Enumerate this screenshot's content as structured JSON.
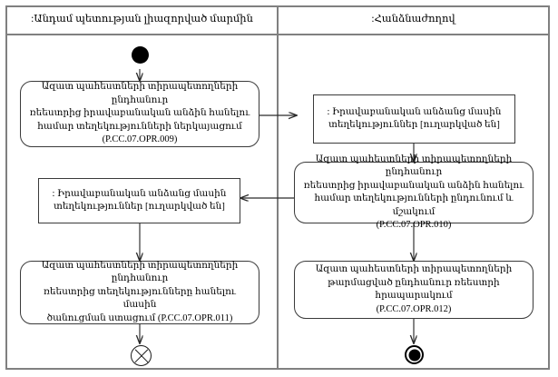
{
  "diagram": {
    "type": "uml-activity-diagram",
    "lanes": [
      {
        "id": "lane-member-state",
        "title": ":Անդամ պետության լիազորված մարմին"
      },
      {
        "id": "lane-commission",
        "title": ":Հանձնաժողով"
      }
    ],
    "nodes": {
      "initial": {
        "kind": "initial-node",
        "label": ""
      },
      "activity_009": {
        "kind": "activity",
        "lines": [
          "Ազատ պահեստների տիրապետողների ընդհանուր",
          "ռեեստրից իրավաբանական անձին հանելու",
          "համար տեղեկությունների ներկայացում",
          "(P.CC.07.OPR.009)"
        ],
        "code": "P.CC.07.OPR.009"
      },
      "object_sent_right": {
        "kind": "object-node",
        "lines": [
          ": Իրավաբանական անձանց մասին",
          "տեղեկություններ [ուղարկված են]"
        ],
        "state": "ուղարկված են"
      },
      "activity_010": {
        "kind": "activity",
        "lines": [
          "Ազատ պահեստների տիրապետողների ընդհանուր",
          "ռեեստրից իրավաբանական անձին հանելու",
          "համար տեղեկությունների ընդունում և մշակում",
          "(P.CC.07.OPR.010)"
        ],
        "code": "P.CC.07.OPR.010"
      },
      "object_sent_left": {
        "kind": "object-node",
        "lines": [
          ": Իրավաբանական անձանց մասին",
          "տեղեկություններ [ուղարկված են]"
        ],
        "state": "ուղարկված են"
      },
      "activity_011": {
        "kind": "activity",
        "lines": [
          "Ազատ պահեստների տիրապետողների ընդհանուր",
          "ռեեստրից տեղեկությունները հանելու մասին",
          "ծանուցման ստացում (P.CC.07.OPR.011)"
        ],
        "code": "P.CC.07.OPR.011"
      },
      "activity_012": {
        "kind": "activity",
        "lines": [
          "Ազատ պահեստների տիրապետողների",
          "թարմացված ընդհանուր ռեեստրի հրապարակում",
          "(P.CC.07.OPR.012)"
        ],
        "code": "P.CC.07.OPR.012"
      },
      "flow_final": {
        "kind": "flow-final-node",
        "label": ""
      },
      "activity_final": {
        "kind": "activity-final-node",
        "label": ""
      }
    },
    "colors": {
      "lane_border": "#808080",
      "node_border": "#3a3a3a",
      "edge": "#2b2b2b",
      "background": "#ffffff",
      "node_fill": "#ffffff"
    }
  }
}
